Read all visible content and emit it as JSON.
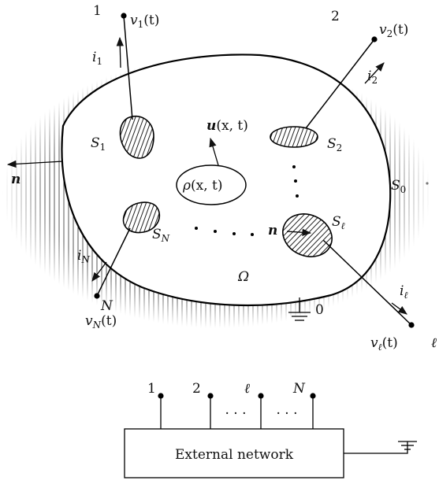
{
  "top_diagram": {
    "terminals": {
      "t1": {
        "num": "1",
        "v": "v",
        "vsub": "1",
        "varg": "(t)",
        "i": "i",
        "isub": "1"
      },
      "t2": {
        "num": "2",
        "v": "v",
        "vsub": "2",
        "varg": "(t)",
        "i": "i",
        "isub": "2"
      },
      "tN": {
        "num": "N",
        "v": "v",
        "vsub": "N",
        "varg": "(t)",
        "i": "i",
        "isub": "N"
      },
      "tl": {
        "v": "v",
        "vsub": "ℓ",
        "varg": "(t)",
        "i": "i",
        "isub": "ℓ",
        "edge": "ℓ"
      }
    },
    "surfaces": {
      "S1": {
        "base": "S",
        "sub": "1"
      },
      "S2": {
        "base": "S",
        "sub": "2"
      },
      "SN": {
        "base": "S",
        "sub": "N"
      },
      "Sl": {
        "base": "S",
        "sub": "ℓ"
      },
      "S0": {
        "base": "S",
        "sub": "0"
      }
    },
    "velocity": {
      "symbol": "u",
      "arg": "(x, t)"
    },
    "density": {
      "symbol": "ρ",
      "arg": "(x, t)"
    },
    "normal_left": "n",
    "normal_inner": "n",
    "domain": "Ω",
    "ground_label": "0",
    "dots_vertical": "⋮",
    "dots_horizontal": "· · · ·"
  },
  "bottom_diagram": {
    "box_label": "External network",
    "terminal_labels": [
      "1",
      "2",
      "ℓ",
      "N"
    ],
    "ellipsis_1": "· · ·",
    "ellipsis_2": "· · ·"
  }
}
